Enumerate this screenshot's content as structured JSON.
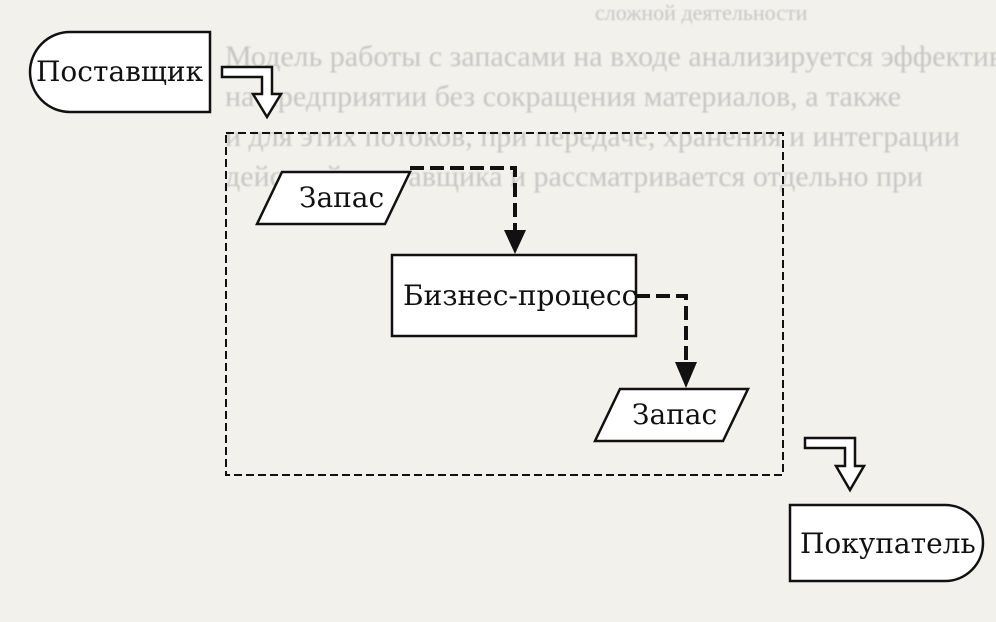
{
  "background": {
    "line_1": "сложной деятельности",
    "line_2": "Модель работы с запасами на входе анализируется эффективность",
    "line_3": "на предприятии без сокращения материалов, а также",
    "line_4": "и для этих потоков, при передаче, хранения и интеграции",
    "line_5": "действий поставщика и рассматривается отдельно при"
  },
  "diagram": {
    "supplier": "Поставщик",
    "stock_in": "Запас",
    "process": "Бизнес-процесс",
    "stock_out": "Запас",
    "customer": "Покупатель"
  },
  "colors": {
    "background": "#f3f1ec",
    "ink": "#111111",
    "shape_fill": "#ffffff"
  }
}
